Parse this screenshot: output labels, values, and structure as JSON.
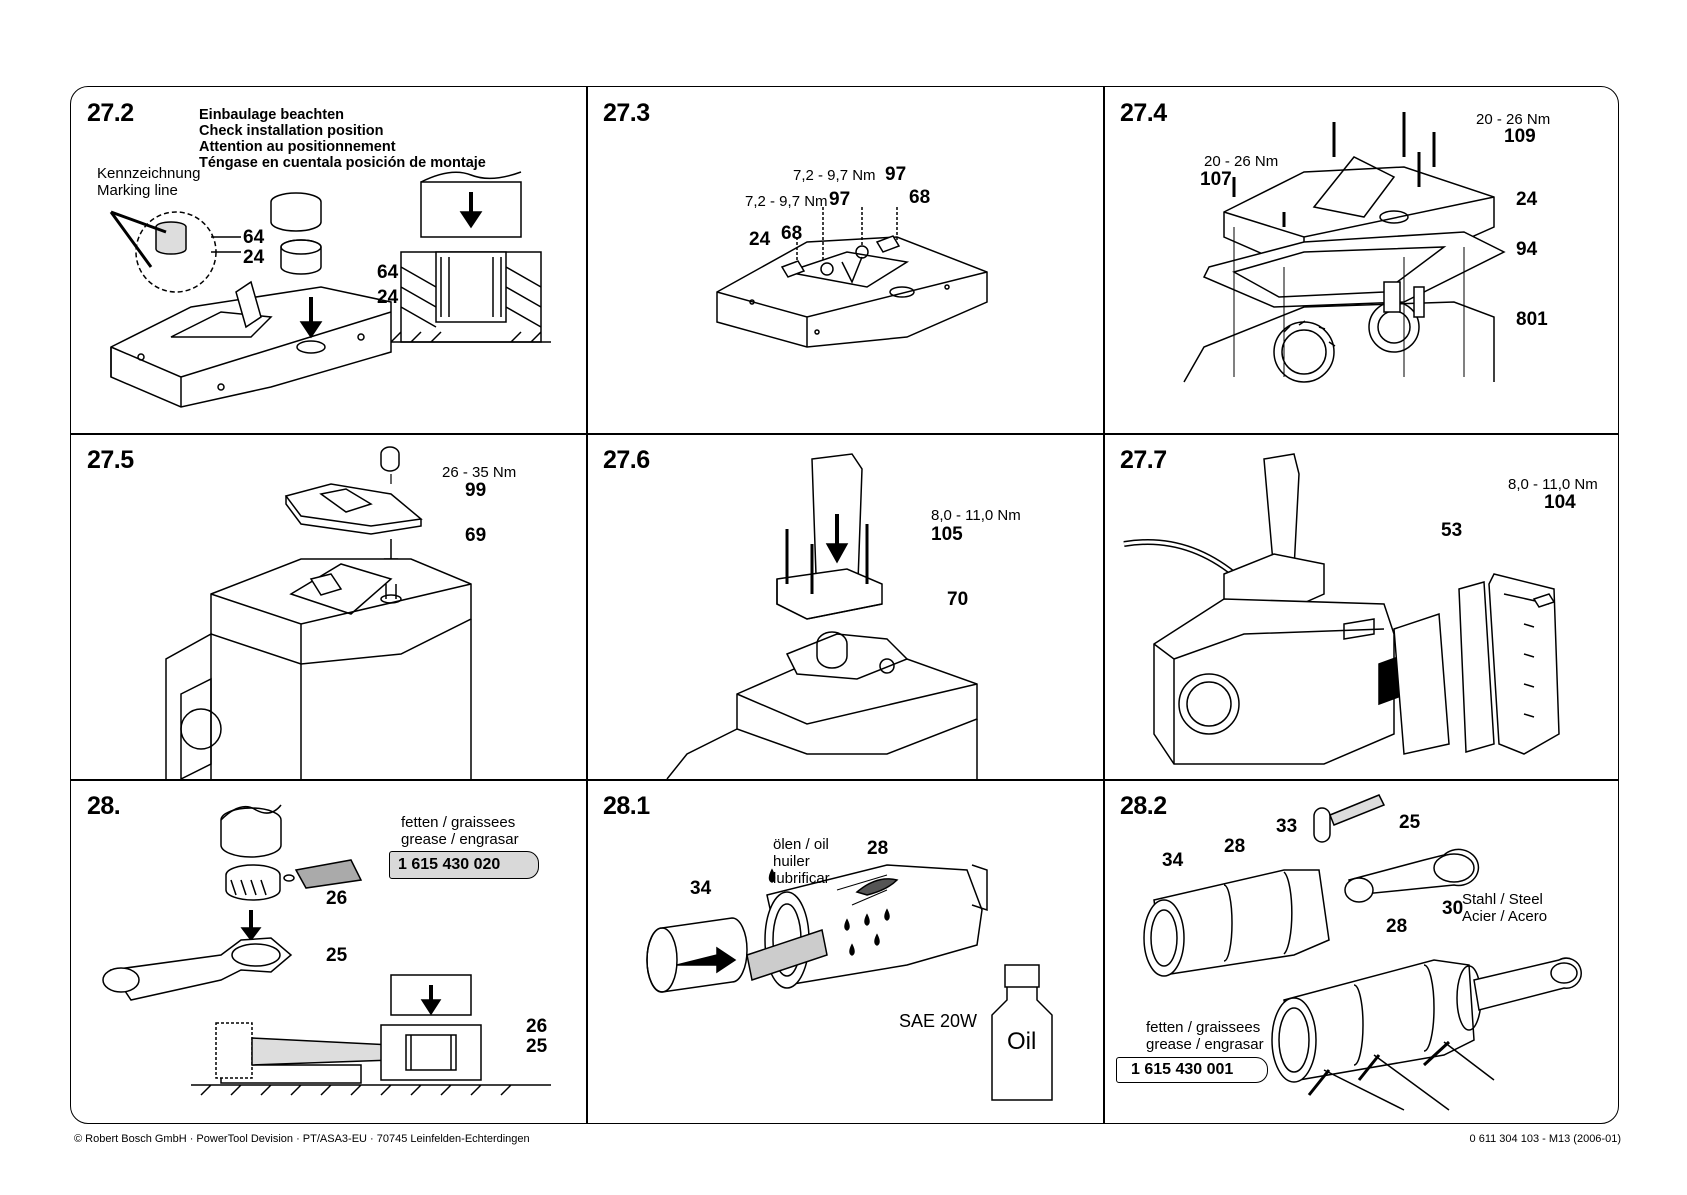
{
  "panels": {
    "p272": {
      "id": "27.2",
      "notes": [
        "Einbaulage beachten",
        "Check installation position",
        "Attention au positionnement",
        "Téngase en cuentala posición de montaje"
      ],
      "marking": [
        "Kennzeichnung",
        "Marking line"
      ],
      "labels": [
        "64",
        "24",
        "64",
        "24"
      ]
    },
    "p273": {
      "id": "27.3",
      "torque": "7,2 - 9,7 Nm",
      "labels": [
        "97",
        "97",
        "68",
        "68",
        "24"
      ]
    },
    "p274": {
      "id": "27.4",
      "torque": "20 - 26 Nm",
      "labels": [
        "109",
        "107",
        "24",
        "94",
        "801"
      ]
    },
    "p275": {
      "id": "27.5",
      "torque": "26 - 35 Nm",
      "labels": [
        "99",
        "69"
      ]
    },
    "p276": {
      "id": "27.6",
      "torque": "8,0 - 11,0 Nm",
      "labels": [
        "105",
        "70"
      ]
    },
    "p277": {
      "id": "27.7",
      "torque": "8,0 - 11,0 Nm",
      "labels": [
        "104",
        "53"
      ]
    },
    "p28": {
      "id": "28.",
      "grease": [
        "fetten / graissees",
        "grease / engrasar"
      ],
      "tube_number": "1 615 430 020",
      "labels": [
        "26",
        "25",
        "26",
        "25"
      ]
    },
    "p281": {
      "id": "28.1",
      "oil_note": [
        "ölen / oil",
        "huiler",
        "lubrificar"
      ],
      "labels": [
        "28",
        "34"
      ],
      "oil_grade": "SAE 20W",
      "bottle_label": "Oil"
    },
    "p282": {
      "id": "28.2",
      "labels": [
        "33",
        "25",
        "34",
        "28",
        "30",
        "28"
      ],
      "steel": [
        "Stahl / Steel",
        "Acier / Acero"
      ],
      "grease": [
        "fetten / graissees",
        "grease / engrasar"
      ],
      "tube_number": "1 615 430 001"
    }
  },
  "footer": {
    "left": "© Robert Bosch GmbH · PowerTool Devision · PT/ASA3-EU · 70745 Leinfelden-Echterdingen",
    "right": "0 611 304 103 - M13 (2006-01)"
  }
}
